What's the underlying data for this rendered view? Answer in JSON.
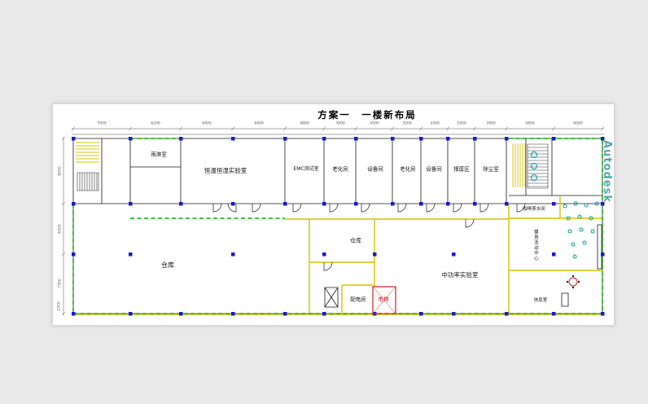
{
  "title": "方案一　一楼新布局",
  "watermark": "Autodesk",
  "rooms": {
    "rain": "雨淋室",
    "climate_lab": "恒温恒湿实验室",
    "emc": "EMC测试室",
    "aging1": "老化房",
    "equip1": "设备间",
    "aging2": "老化房",
    "equip2": "设备间",
    "scrap": "报废区",
    "dust": "除尘室",
    "coffee": "咖啡茶水间",
    "fitness": "健身活动中心",
    "rest": "休息室",
    "warehouse_main": "仓库",
    "warehouse_small": "仓库",
    "mid_power_lab": "中功率实验室",
    "power_room": "配电房",
    "elevator": "电梯"
  },
  "dims": {
    "top": [
      "7000",
      "6200",
      "6400",
      "6400",
      "4800",
      "3900",
      "4500",
      "3500",
      "3300",
      "3300",
      "3900",
      "5800",
      "6000"
    ],
    "left": [
      "8000",
      "6200",
      "7300"
    ],
    "corner": "1500"
  },
  "colors": {
    "column_blue": "#1a1acc",
    "wall_green": "#00ae00",
    "wall_yellow": "#d4c400",
    "accent_red": "#cc2222",
    "watermark_teal": "#298e96"
  }
}
